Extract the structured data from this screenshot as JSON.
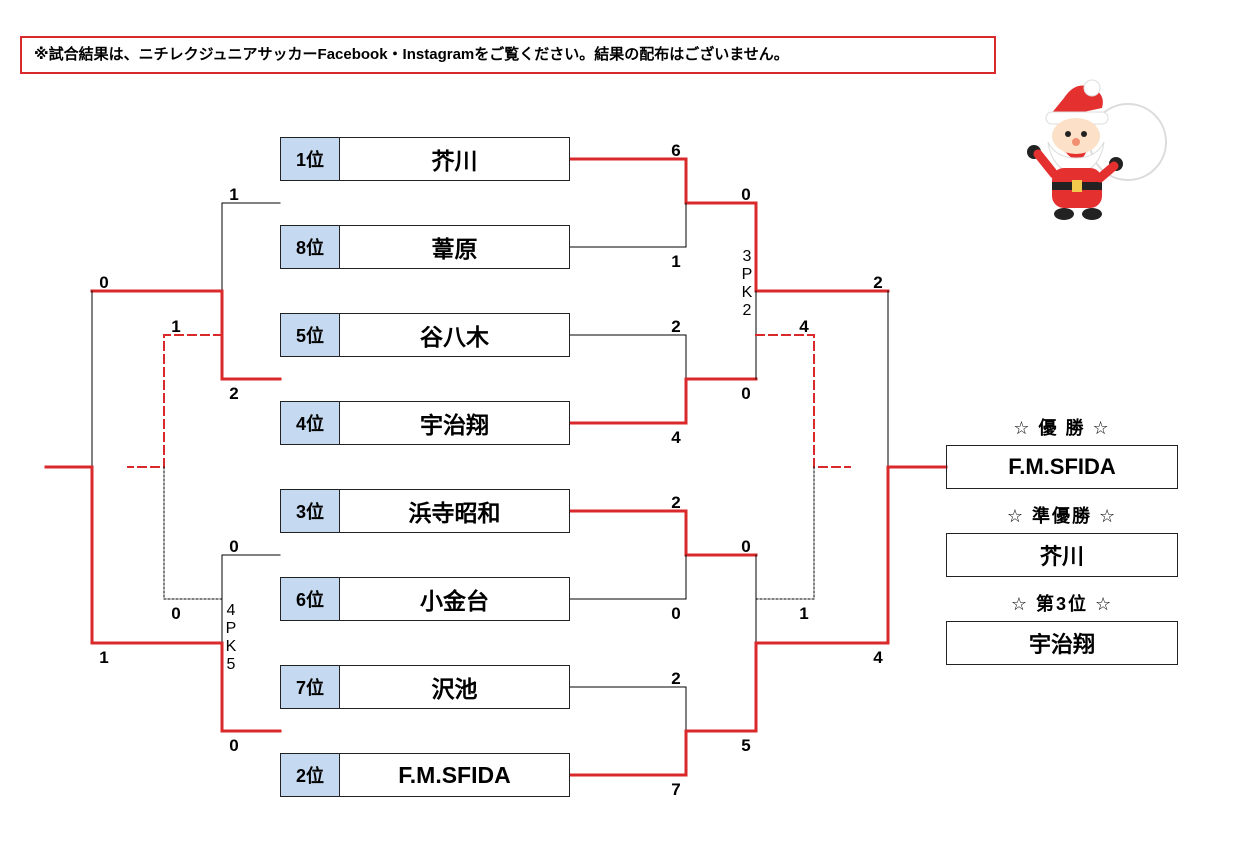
{
  "notice": "※試合結果は、ニチレクジュニアサッカーFacebook・Instagramをご覧ください。結果の配布はございません。",
  "teams": [
    {
      "seed": "1位",
      "name": "芥川"
    },
    {
      "seed": "8位",
      "name": "葦原"
    },
    {
      "seed": "5位",
      "name": "谷八木"
    },
    {
      "seed": "4位",
      "name": "宇治翔"
    },
    {
      "seed": "3位",
      "name": "浜寺昭和"
    },
    {
      "seed": "6位",
      "name": "小金台"
    },
    {
      "seed": "7位",
      "name": "沢池"
    },
    {
      "seed": "2位",
      "name": "F.M.SFIDA"
    }
  ],
  "scores": {
    "qf1_top": "6",
    "qf1_bottom": "1",
    "qf2_top": "2",
    "qf2_bottom": "4",
    "qf3_top": "2",
    "qf3_bottom": "0",
    "qf4_top": "2",
    "qf4_bottom": "7",
    "sf1_top": "0",
    "sf1_bottom": "0",
    "sf2_top": "0",
    "sf2_bottom": "5",
    "final_top": "2",
    "final_bottom": "4",
    "third_top": "4",
    "third_bottom": "1",
    "left_r1_top": "1",
    "left_r1_bottom": "2",
    "left_r2_top": "0",
    "left_r2_bottom": "0",
    "left_final_top": "0",
    "left_final_bottom": "1",
    "left_third_top": "1",
    "left_third_bottom": "0"
  },
  "pk": {
    "right_sf1": "3\nP\nK\n2",
    "left_r2": "4\nP\nK\n5"
  },
  "results": {
    "champion_label": "☆ 優 勝 ☆",
    "champion": "F.M.SFIDA",
    "runnerup_label": "☆ 準優勝 ☆",
    "runnerup": "芥川",
    "third_label": "☆ 第3位 ☆",
    "third": "宇治翔"
  },
  "colors": {
    "win_line": "#d9292b",
    "lose_line": "#000000",
    "seed_bg": "#c5d9f1",
    "notice_border": "#d9292b"
  },
  "icons": [
    "santa-claus-icon"
  ]
}
